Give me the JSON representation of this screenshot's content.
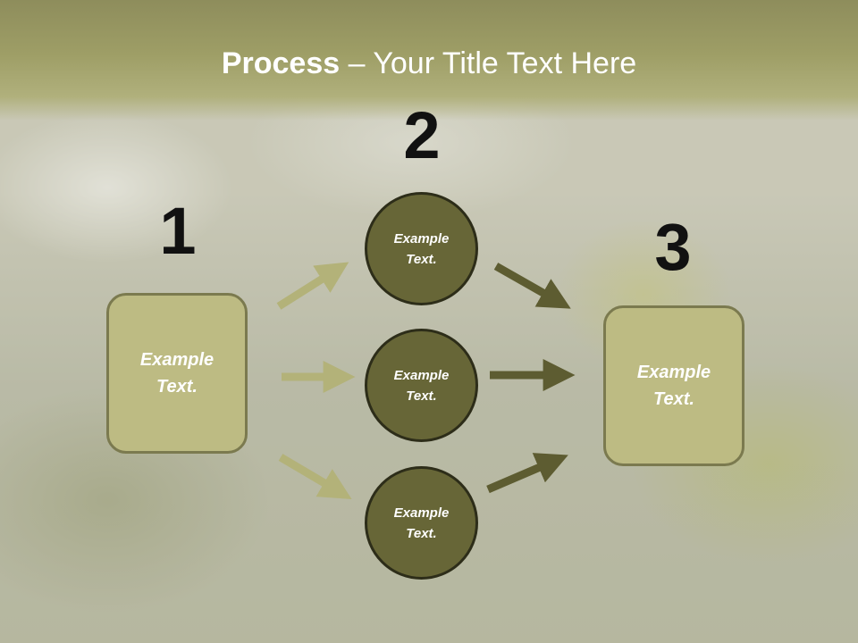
{
  "title": {
    "bold": "Process",
    "rest": " – Your Title Text Here"
  },
  "steps": [
    {
      "number": "1"
    },
    {
      "number": "2"
    },
    {
      "number": "3"
    }
  ],
  "left_box": {
    "text": "Example\nText."
  },
  "circles": [
    {
      "text": "Example\nText."
    },
    {
      "text": "Example\nText."
    },
    {
      "text": "Example\nText."
    }
  ],
  "right_box": {
    "text": "Example\nText."
  },
  "colors": {
    "light_arrow": "#b3b279",
    "dark_arrow": "#5d5c31",
    "circle_fill": "#676637",
    "box_fill": "#bdbb83"
  }
}
